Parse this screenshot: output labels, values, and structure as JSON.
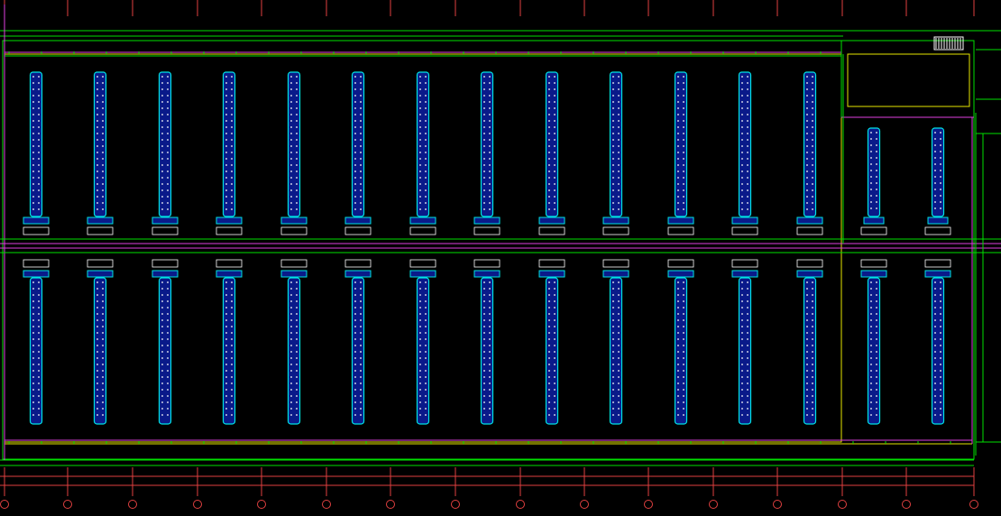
{
  "colors": {
    "background": "#000000",
    "outline_green": "#00e000",
    "outline_yellow": "#e6e600",
    "outline_magenta": "#e040e0",
    "rack_cyan": "#00e5e5",
    "rack_fill": "#0a1a8a",
    "dots": "#ffffff",
    "grid_red": "#e04040",
    "text_white": "#ffffff"
  },
  "plan": {
    "top_row_rack_count": 15,
    "bottom_row_rack_count": 15,
    "grid_axis_count": 16
  }
}
